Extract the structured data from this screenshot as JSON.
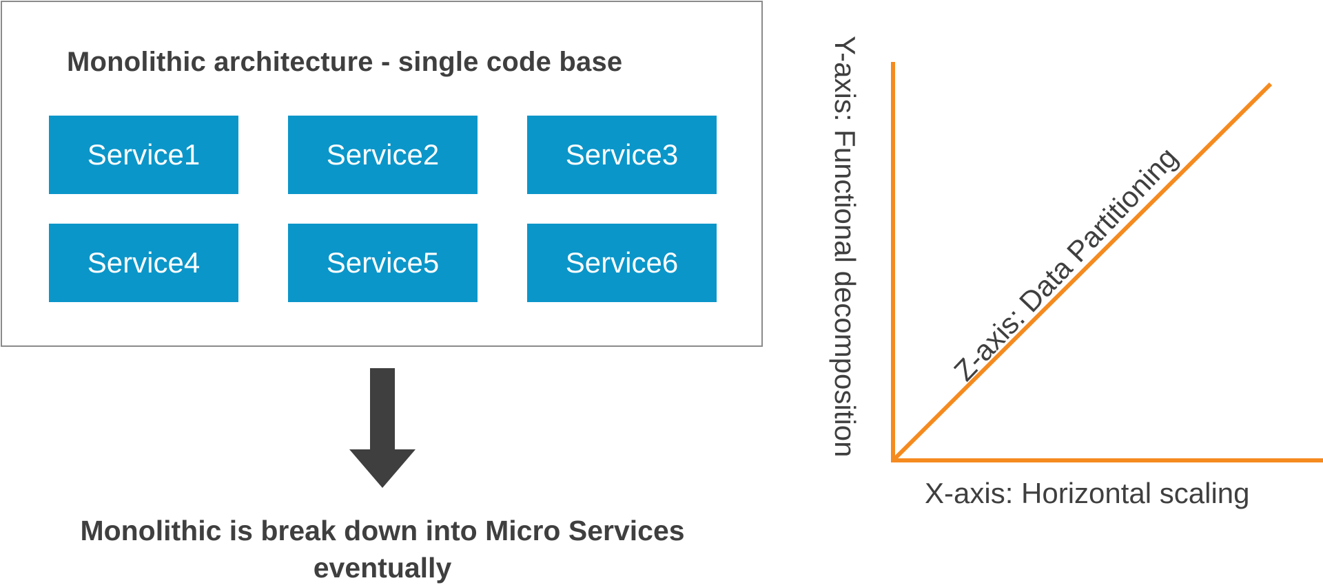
{
  "monolith": {
    "title": "Monolithic architecture - single code base",
    "services": [
      "Service1",
      "Service2",
      "Service3",
      "Service4",
      "Service5",
      "Service6"
    ]
  },
  "caption": {
    "line1": "Monolithic is break down into Micro Services",
    "line2": "eventually"
  },
  "axes": {
    "y_label": "Y-axis: Functional decomposition",
    "x_label": "X-axis: Horizontal scaling",
    "z_label": "Z-axis: Data Partitioning"
  },
  "colors": {
    "service_fill": "#0b96c9",
    "axis_orange": "#f58a1f",
    "arrow": "#3f3f3f",
    "box_border": "#8a8a8a"
  }
}
